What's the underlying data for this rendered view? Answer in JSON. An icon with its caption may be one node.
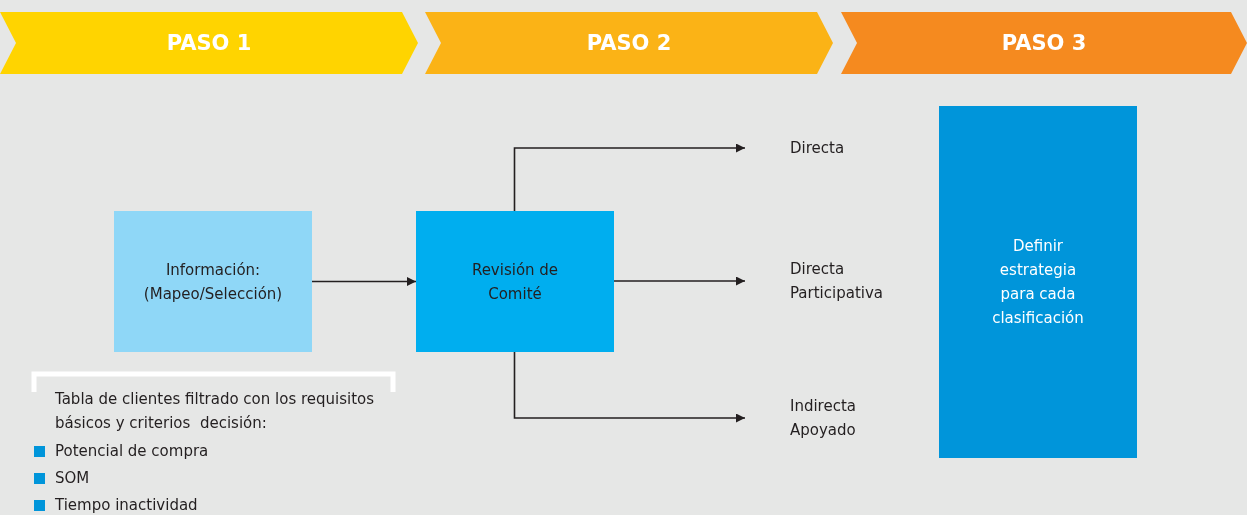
{
  "diagram": {
    "nodes": [
      {
        "text": [
          "PASO 1"
        ]
      },
      {
        "text": [
          "PASO 2"
        ]
      },
      {
        "text": [
          "PASO 3"
        ]
      },
      {
        "text": [
          "Información: (Mapeo/Selección)"
        ]
      },
      {
        "text": [
          "Revisión de Comité"
        ]
      },
      {
        "text": [
          "Directa"
        ]
      },
      {
        "text": [
          "Directa Participativa"
        ]
      },
      {
        "text": [
          "Indirecta Apoyado"
        ]
      },
      {
        "text": [
          "Definir estrategia para cada clasificación"
        ]
      }
    ],
    "edges": [
      {
        "from": 3,
        "to": 4,
        "arrow": "to"
      },
      {
        "from": 4,
        "to": 5,
        "arrow": "to"
      },
      {
        "from": 4,
        "to": 6,
        "arrow": "to"
      },
      {
        "from": 4,
        "to": 7,
        "arrow": "to"
      }
    ],
    "labels": [
      "Tabla de clientes filtrado con los requisitos básicos y criterios  decisión:",
      "Potencial de compra",
      "SOM",
      "Tiempo inactividad"
    ]
  }
}
